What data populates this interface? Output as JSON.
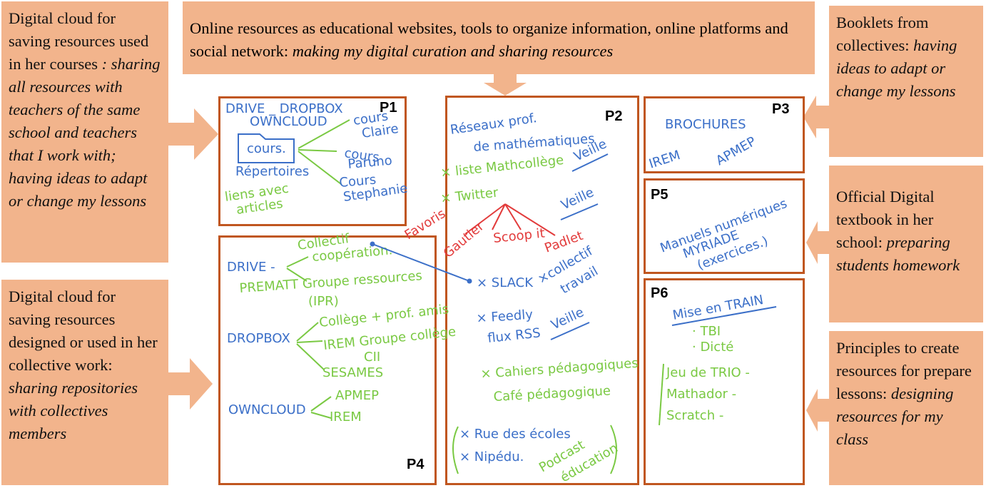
{
  "callouts": {
    "left1": {
      "plain": "Digital cloud for saving resources used in her courses",
      "italic": ": sharing all resources with teachers of the same school and teachers that I work with; having ideas to adapt or change my lessons"
    },
    "left2": {
      "plain": "Digital cloud for saving resources designed or used in her collective work:",
      "italic": "sharing repositories with collectives members"
    },
    "top": {
      "plain": "Online resources as educational websites, tools to organize information, online platforms and social network:",
      "italic": "making my digital curation and sharing resources"
    },
    "right1": {
      "plain": "Booklets from collectives:",
      "italic": "having ideas to adapt or change my lessons"
    },
    "right2": {
      "plain": "Official Digital textbook in her school:",
      "italic": "preparing students homework"
    },
    "right3": {
      "plain": "Principles to create resources for prepare lessons:",
      "italic": "designing resources for my class"
    }
  },
  "panels": {
    "p1": {
      "label": "P1",
      "drive": "DRIVE _ DROPBOX",
      "owncloud": "OWNCLOUD",
      "folder": "cours.",
      "repertoires": "Répertoires",
      "liens1": "liens avec",
      "liens2": "articles",
      "cours_claire1": "cours",
      "cours_claire2": "Claire",
      "cours_paruno1": "cours",
      "cours_paruno2": "Paruno",
      "cours_steph1": "Cours",
      "cours_steph2": "Stephanie"
    },
    "p2": {
      "label": "P2",
      "reseaux1": "Réseaux prof.",
      "reseaux2": "de mathématiques",
      "liste": "× liste Mathcollège",
      "veille1": "Veille",
      "twitter": "× Twitter",
      "veille2": "Veille",
      "favoris": "Favoris",
      "gautier": "Gautier",
      "scoopit": "Scoop it",
      "padlet": "Padlet",
      "slack": "× SLACK",
      "collectif1": "×collectif",
      "collectif2": "travail",
      "feedly": "× Feedly",
      "fluxrss": "flux RSS",
      "veille3": "Veille",
      "cahiers": "× Cahiers pédagogiques",
      "cafe": "Café pédagogique",
      "rue": "× Rue des écoles",
      "nipedu": "× Nipédu.",
      "podcast1": "Podcast",
      "podcast2": "éducation"
    },
    "p3": {
      "label": "P3",
      "brochures": "BROCHURES",
      "irem": "IREM",
      "apmep": "APMEP"
    },
    "p4": {
      "label": "P4",
      "collectif1": "Collectif",
      "cooperation": "coopération.",
      "drive": "DRIVE -",
      "prematt": "PREMATT Groupe ressources",
      "ipr": "(IPR)",
      "college": "Collège + prof. amis",
      "irem_groupe": "IREM Groupe collège",
      "cii": "CII",
      "dropbox": "DROPBOX",
      "sesames": "SESAMES",
      "owncloud": "OWNCLOUD",
      "apmep": "APMEP",
      "irem": "IREM"
    },
    "p5": {
      "label": "P5",
      "line1": "Manuels numériques",
      "line2": "MYRIADE",
      "line3": "(exercices.)"
    },
    "p6": {
      "label": "P6",
      "title": "Mise en TRAIN",
      "tbi": "· TBI",
      "dicte": "· Dicté",
      "jeu": "Jeu de TRIO -",
      "mathador": "Mathador -",
      "scratch": "Scratch -"
    }
  },
  "colors": {
    "callout_fill": "#F2B48C",
    "panel_border": "#C0561F",
    "ink_blue": "#3B6FC8",
    "ink_green": "#7AC943",
    "ink_red": "#E23B3B"
  }
}
